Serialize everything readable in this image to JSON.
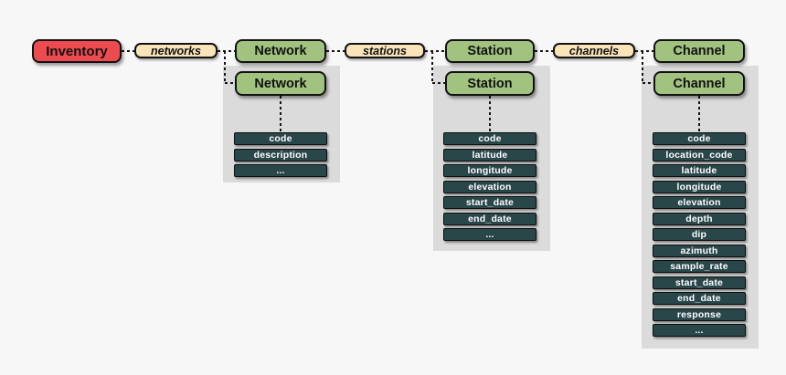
{
  "diagram": {
    "root": {
      "label": "Inventory"
    },
    "branches": [
      {
        "relation_label": "networks",
        "class_label": "Network",
        "attributes": [
          "code",
          "description",
          "..."
        ]
      },
      {
        "relation_label": "stations",
        "class_label": "Station",
        "attributes": [
          "code",
          "latitude",
          "longitude",
          "elevation",
          "start_date",
          "end_date",
          "..."
        ]
      },
      {
        "relation_label": "channels",
        "class_label": "Channel",
        "attributes": [
          "code",
          "location_code",
          "latitude",
          "longitude",
          "elevation",
          "depth",
          "dip",
          "azimuth",
          "sample_rate",
          "start_date",
          "end_date",
          "response",
          "..."
        ]
      }
    ],
    "colors": {
      "background": "#f7f7f7",
      "root_box": "#ee4b50",
      "relation_label": "#f9e4ba",
      "class_box": "#a1c37f",
      "attribute_box": "#294649",
      "attribute_text": "#ffffff",
      "panel": "#dbdbdb",
      "connector": "#151515"
    }
  }
}
